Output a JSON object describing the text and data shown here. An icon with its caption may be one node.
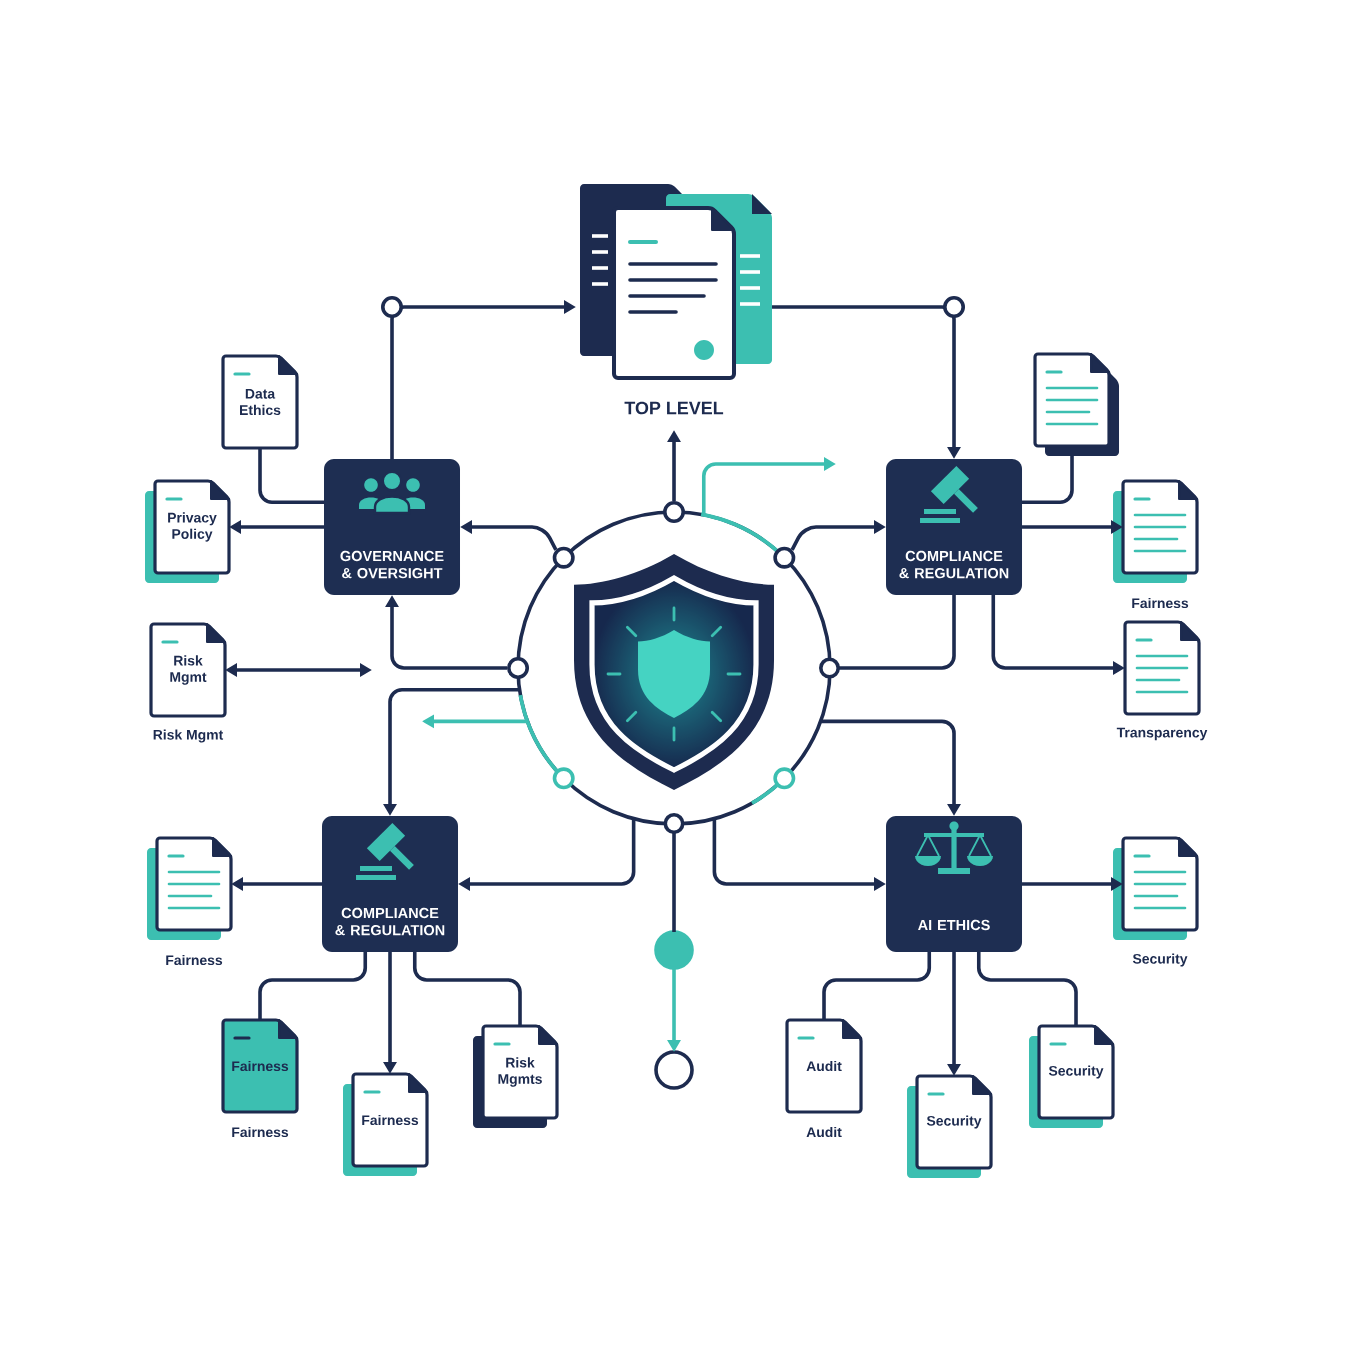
{
  "diagram": {
    "nodes": [
      {
        "text": [
          "TOP LEVEL"
        ]
      },
      {
        "text": [
          "Data Ethics"
        ]
      },
      {
        "text": [],
        "shape": "document"
      },
      {
        "text": [
          "GOVERNANCE & OVERSIGHT"
        ]
      },
      {
        "text": [
          "Privacy Policy"
        ]
      },
      {
        "text": [
          "COMPLIANCE & REGULATION"
        ]
      },
      {
        "text": [],
        "shape": "document",
        "beside": [
          "Fairness"
        ]
      },
      {
        "text": [],
        "shape": "picture"
      },
      {
        "text": [
          "Risk Mgmt"
        ],
        "beside": [
          "Risk Mgmt"
        ]
      },
      {
        "text": [],
        "shape": "document",
        "beside": [
          "Transparency"
        ]
      },
      {
        "text": [],
        "shape": "document",
        "beside": [
          "Fairness"
        ]
      },
      {
        "text": [
          "COMPLIANCE & REGULATION"
        ]
      },
      {
        "text": [
          "AI ETHICS"
        ]
      },
      {
        "text": [],
        "shape": "document",
        "beside": [
          "Security"
        ]
      },
      {
        "text": [],
        "shape": "circle"
      },
      {
        "text": [
          "Fairness"
        ],
        "beside": [
          "Fairness"
        ]
      },
      {
        "text": [
          "Risk Mgmts"
        ]
      },
      {
        "text": [
          "Audit"
        ],
        "beside": [
          "Audit"
        ]
      },
      {
        "text": [
          "Security"
        ]
      },
      {
        "text": [],
        "shape": "circle"
      },
      {
        "text": [
          "Fairness"
        ]
      },
      {
        "text": [
          "Security"
        ]
      }
    ],
    "edges": [
      {
        "from": 3,
        "to": 0,
        "arrow": "to"
      },
      {
        "from": 0,
        "to": 5,
        "arrow": "to"
      },
      {
        "from": 3,
        "to": 1,
        "arrow": "none"
      },
      {
        "from": 3,
        "to": 4,
        "arrow": "to"
      },
      {
        "from": 5,
        "to": 2,
        "arrow": "none"
      },
      {
        "from": 5,
        "to": 6,
        "arrow": "to"
      },
      {
        "from": 7,
        "to": 0,
        "arrow": "to"
      },
      {
        "from": 7,
        "to": 3,
        "arrow": "to"
      },
      {
        "from": 7,
        "to": 5,
        "arrow": "to"
      },
      {
        "from": 7,
        "to": null,
        "arrow": "to",
        "color": "#3cbfb1"
      },
      {
        "from": 7,
        "to": 3,
        "arrow": "to"
      },
      {
        "from": 8,
        "to": null,
        "arrow": "both"
      },
      {
        "from": 7,
        "to": 11,
        "arrow": "to"
      },
      {
        "from": 7,
        "to": null,
        "arrow": "to",
        "color": "#3cbfb1"
      },
      {
        "from": 5,
        "to": 9,
        "arrow": "to"
      },
      {
        "from": 7,
        "to": 5,
        "arrow": "other"
      },
      {
        "from": 7,
        "to": 12,
        "arrow": "to"
      },
      {
        "from": 7,
        "to": 11,
        "arrow": "to"
      },
      {
        "from": 7,
        "to": 12,
        "arrow": "to"
      },
      {
        "from": 7,
        "to": 14,
        "arrow": "other"
      },
      {
        "from": 14,
        "to": 19,
        "arrow": "to",
        "color": "#3cbfb1"
      },
      {
        "from": 11,
        "to": 10,
        "arrow": "to"
      },
      {
        "from": 11,
        "to": 15,
        "arrow": "none"
      },
      {
        "from": 11,
        "to": 20,
        "arrow": "to"
      },
      {
        "from": 11,
        "to": 16,
        "arrow": "none"
      },
      {
        "from": 12,
        "to": 13,
        "arrow": "to"
      },
      {
        "from": 12,
        "to": 17,
        "arrow": "none"
      },
      {
        "from": 12,
        "to": 21,
        "arrow": "to"
      },
      {
        "from": 12,
        "to": 18,
        "arrow": "none"
      }
    ]
  }
}
